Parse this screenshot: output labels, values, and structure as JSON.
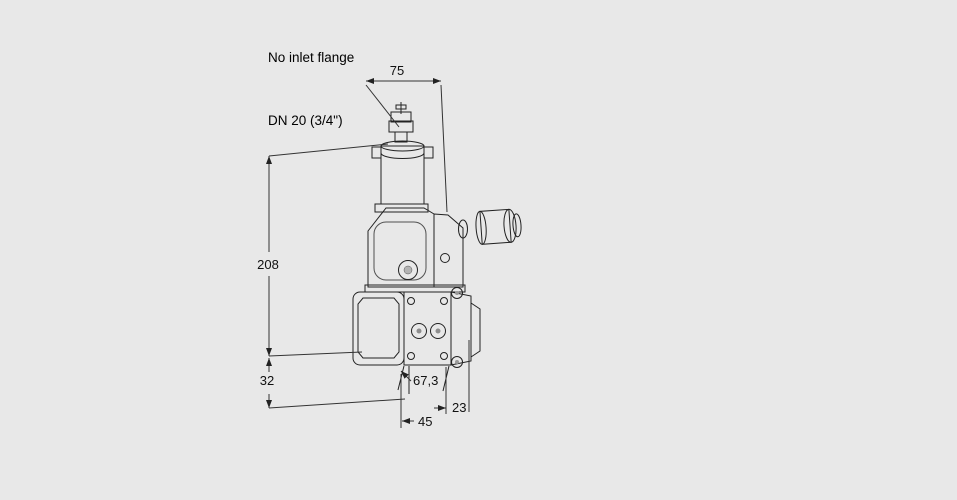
{
  "palette": {
    "background": "#e8e8e8",
    "line": "#222222",
    "fill_light": "#f0f0f0",
    "fill_mid": "#d8d8d8",
    "fill_dark": "#bdbdbd",
    "mesh_line": "#606060"
  },
  "annotations": {
    "line1": "No inlet flange",
    "line2": "DN 20 (3/4\")"
  },
  "dimensions": {
    "top_width": "75",
    "overall_height": "208",
    "flange_height": "32",
    "depth_diagonal": "67,3",
    "bottom_width": "45",
    "outlet_depth": "23"
  }
}
